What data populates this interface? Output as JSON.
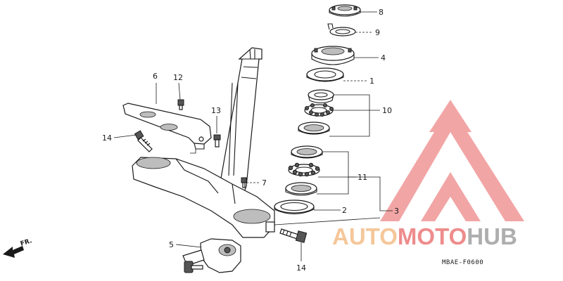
{
  "diagram": {
    "code": "MBAE-F0600",
    "front_marker": "FR.",
    "parts": [
      {
        "id": "p8",
        "label": "8"
      },
      {
        "id": "p9",
        "label": "9"
      },
      {
        "id": "p4",
        "label": "4"
      },
      {
        "id": "p1",
        "label": "1"
      },
      {
        "id": "p10",
        "label": "10"
      },
      {
        "id": "p11",
        "label": "11"
      },
      {
        "id": "p2",
        "label": "2"
      },
      {
        "id": "p3",
        "label": "3"
      },
      {
        "id": "p7",
        "label": "7"
      },
      {
        "id": "p6",
        "label": "6"
      },
      {
        "id": "p12",
        "label": "12"
      },
      {
        "id": "p13",
        "label": "13"
      },
      {
        "id": "p14a",
        "label": "14"
      },
      {
        "id": "p14b",
        "label": "14"
      },
      {
        "id": "p5",
        "label": "5"
      }
    ]
  },
  "watermark": {
    "text_part1": "AUTO",
    "text_part2": "MOTO",
    "text_part3": "HUB",
    "color_red": "#e85c5c",
    "color_orange": "#f0b070",
    "color_gray": "#8c8c8c"
  }
}
